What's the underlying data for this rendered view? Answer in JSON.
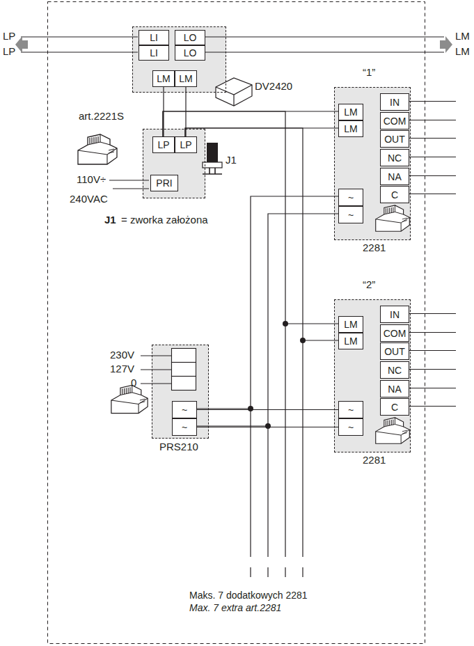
{
  "diagram": {
    "nodes": [
      {
        "text": [
          "DV2420"
        ]
      },
      {
        "text": [
          "LI"
        ],
        "in": 0
      },
      {
        "text": [
          "LI"
        ],
        "in": 0
      },
      {
        "text": [
          "LO"
        ],
        "in": 0
      },
      {
        "text": [
          "LO"
        ],
        "in": 0
      },
      {
        "text": [
          "LM"
        ],
        "in": 0
      },
      {
        "text": [
          "LM"
        ],
        "in": 0
      },
      {
        "text": [
          "art.2221S"
        ]
      },
      {
        "text": [
          "LP"
        ],
        "in": 7
      },
      {
        "text": [
          "LP"
        ],
        "in": 7
      },
      {
        "text": [
          "PRI"
        ],
        "in": 7
      },
      {
        "text": [
          "“1”",
          "2281"
        ]
      },
      {
        "text": [
          "LM"
        ],
        "in": 11
      },
      {
        "text": [
          "LM"
        ],
        "in": 11
      },
      {
        "text": [
          "IN"
        ],
        "in": 11
      },
      {
        "text": [
          "COM"
        ],
        "in": 11
      },
      {
        "text": [
          "OUT"
        ],
        "in": 11
      },
      {
        "text": [
          "NC"
        ],
        "in": 11
      },
      {
        "text": [
          "NA"
        ],
        "in": 11
      },
      {
        "text": [
          "C"
        ],
        "in": 11
      },
      {
        "text": [
          "~"
        ],
        "in": 11
      },
      {
        "text": [
          "~"
        ],
        "in": 11
      },
      {
        "text": [
          "“2”",
          "2281"
        ]
      },
      {
        "text": [
          "LM"
        ],
        "in": 22
      },
      {
        "text": [
          "LM"
        ],
        "in": 22
      },
      {
        "text": [
          "IN"
        ],
        "in": 22
      },
      {
        "text": [
          "COM"
        ],
        "in": 22
      },
      {
        "text": [
          "OUT"
        ],
        "in": 22
      },
      {
        "text": [
          "NC"
        ],
        "in": 22
      },
      {
        "text": [
          "NA"
        ],
        "in": 22
      },
      {
        "text": [
          "C"
        ],
        "in": 22
      },
      {
        "text": [
          "~"
        ],
        "in": 22
      },
      {
        "text": [
          "~"
        ],
        "in": 22
      },
      {
        "text": [
          "PRS210"
        ]
      },
      {
        "text": [
          "~"
        ],
        "in": 33
      },
      {
        "text": [
          "~"
        ],
        "in": 33
      }
    ],
    "edges": [
      {
        "from": 5,
        "to": 8,
        "arrow": "none"
      },
      {
        "from": 6,
        "to": 9,
        "arrow": "none"
      },
      {
        "from": 8,
        "to": 12,
        "arrow": "none"
      },
      {
        "from": 9,
        "to": 13,
        "arrow": "none"
      },
      {
        "from": 8,
        "to": 23,
        "arrow": "none"
      },
      {
        "from": 9,
        "to": 24,
        "arrow": "none"
      },
      {
        "from": 34,
        "to": 31,
        "arrow": "none"
      },
      {
        "from": 35,
        "to": 32,
        "arrow": "none"
      },
      {
        "from": 34,
        "to": 20,
        "arrow": "none"
      },
      {
        "from": 35,
        "to": 21,
        "arrow": "none"
      }
    ],
    "labels": [
      "LP",
      "LP",
      "LM",
      "LM",
      "110V÷",
      "240VAC",
      "J1",
      "J1",
      "= zworka założona",
      "230V",
      "127V",
      "0",
      "Maks. 7 dodatkowych 2281",
      "Max. 7 extra art.2281"
    ]
  }
}
